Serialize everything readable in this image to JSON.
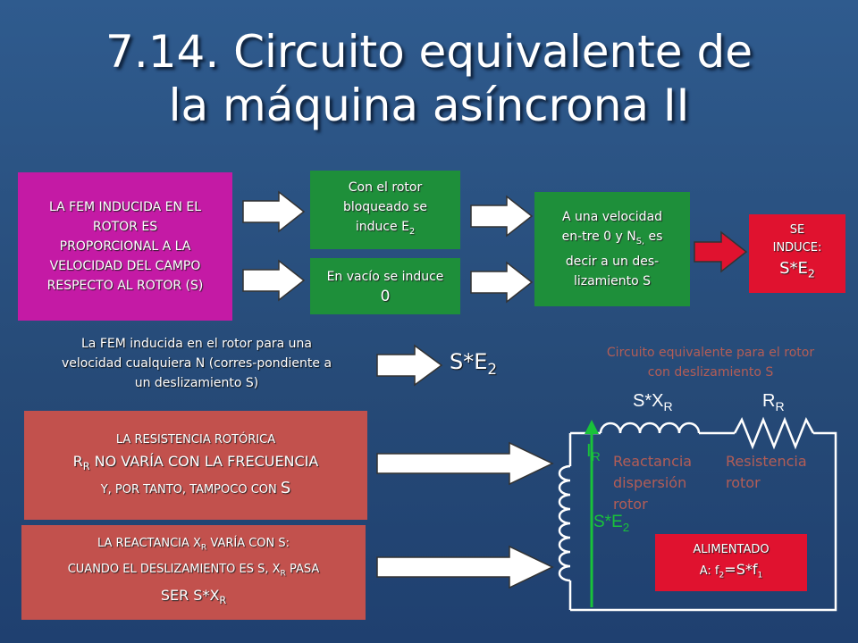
{
  "title": {
    "line1": "7.14. Circuito equivalente de",
    "line2": "la máquina asíncrona II"
  },
  "boxes": {
    "fem_box": {
      "l1": "LA FEM INDUCIDA EN EL",
      "l2": "ROTOR ES",
      "l3": "PROPORCIONAL A LA",
      "l4": "VELOCIDAD DEL CAMPO",
      "l5": "RESPECTO AL ROTOR (S)"
    },
    "locked": {
      "l1": "Con el rotor",
      "l2": "bloqueado se",
      "l3": "induce E",
      "sub": "2"
    },
    "noload": {
      "l1": "En vacío se induce",
      "l2": "0"
    },
    "speed": {
      "l1": "A una velocidad",
      "l2a": "en-tre 0 y N",
      "sub": "S,",
      "l2b": " es",
      "l3": "decir a un des-",
      "l4": "lizamiento S"
    },
    "induces": {
      "l1": "SE",
      "l2": "INDUCE:",
      "l3": "S*E",
      "sub": "2"
    },
    "fem_any": {
      "l1": "La FEM inducida en el rotor para una",
      "l2": "velocidad cualquiera N (corres-pondiente  a",
      "l3": "un deslizamiento  S)"
    },
    "result": {
      "text": "S*E",
      "sub": "2"
    },
    "resistance": {
      "l1": "LA RESISTENCIA ROTÓRICA",
      "l2a": "R",
      "l2sub": "R",
      "l2b": " NO VARÍA CON LA FRECUENCIA",
      "l3a": "Y, POR TANTO, TAMPOCO CON ",
      "l3b": "S"
    },
    "reactance": {
      "l1a": "LA REACTANCIA X",
      "l1sub": "R",
      "l1b": " VARÍA CON S:",
      "l2a": "CUANDO EL DESLIZAMIENTO ES S, X",
      "l2sub": "R",
      "l2b": " PASA",
      "l3a": "SER S*X",
      "l3sub": "R"
    },
    "fed": {
      "l1": "ALIMENTADO",
      "l2a": "A: f",
      "s1": "2",
      "l2b": "=S*f",
      "s2": "1"
    }
  },
  "circuit": {
    "caption1": "Circuito equivalente  para el rotor",
    "caption2": "con deslizamiento  S",
    "sxr": "S*X",
    "sxr_sub": "R",
    "rr": "R",
    "rr_sub": "R",
    "ir": "I",
    "ir_sub": "R",
    "se2": "S*E",
    "se2_sub": "2",
    "react_label": [
      "Reactancia",
      "dispersión",
      "rotor"
    ],
    "resist_label": [
      "Resistencia",
      "rotor"
    ],
    "colors": {
      "wire": "#ffffff",
      "arrow": "#19c23a",
      "label_red": "#b35d56"
    }
  }
}
